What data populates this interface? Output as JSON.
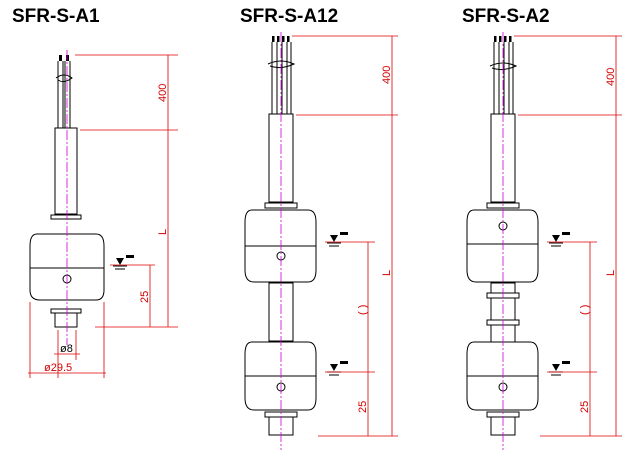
{
  "models": [
    {
      "title": "SFR-S-A1",
      "dim_cable": "400",
      "dim_length": "L",
      "dim_level": "25",
      "dim_stem": "ø8",
      "dim_float": "ø29.5"
    },
    {
      "title": "SFR-S-A12",
      "dim_cable": "400",
      "dim_length": "L",
      "dim_gap": "( )",
      "dim_level": "25"
    },
    {
      "title": "SFR-S-A2",
      "dim_cable": "400",
      "dim_length": "L",
      "dim_gap": "( )",
      "dim_level": "25"
    }
  ],
  "colors": {
    "dimension": "#e00000",
    "centerline": "#d000d0",
    "outline": "#000000"
  }
}
